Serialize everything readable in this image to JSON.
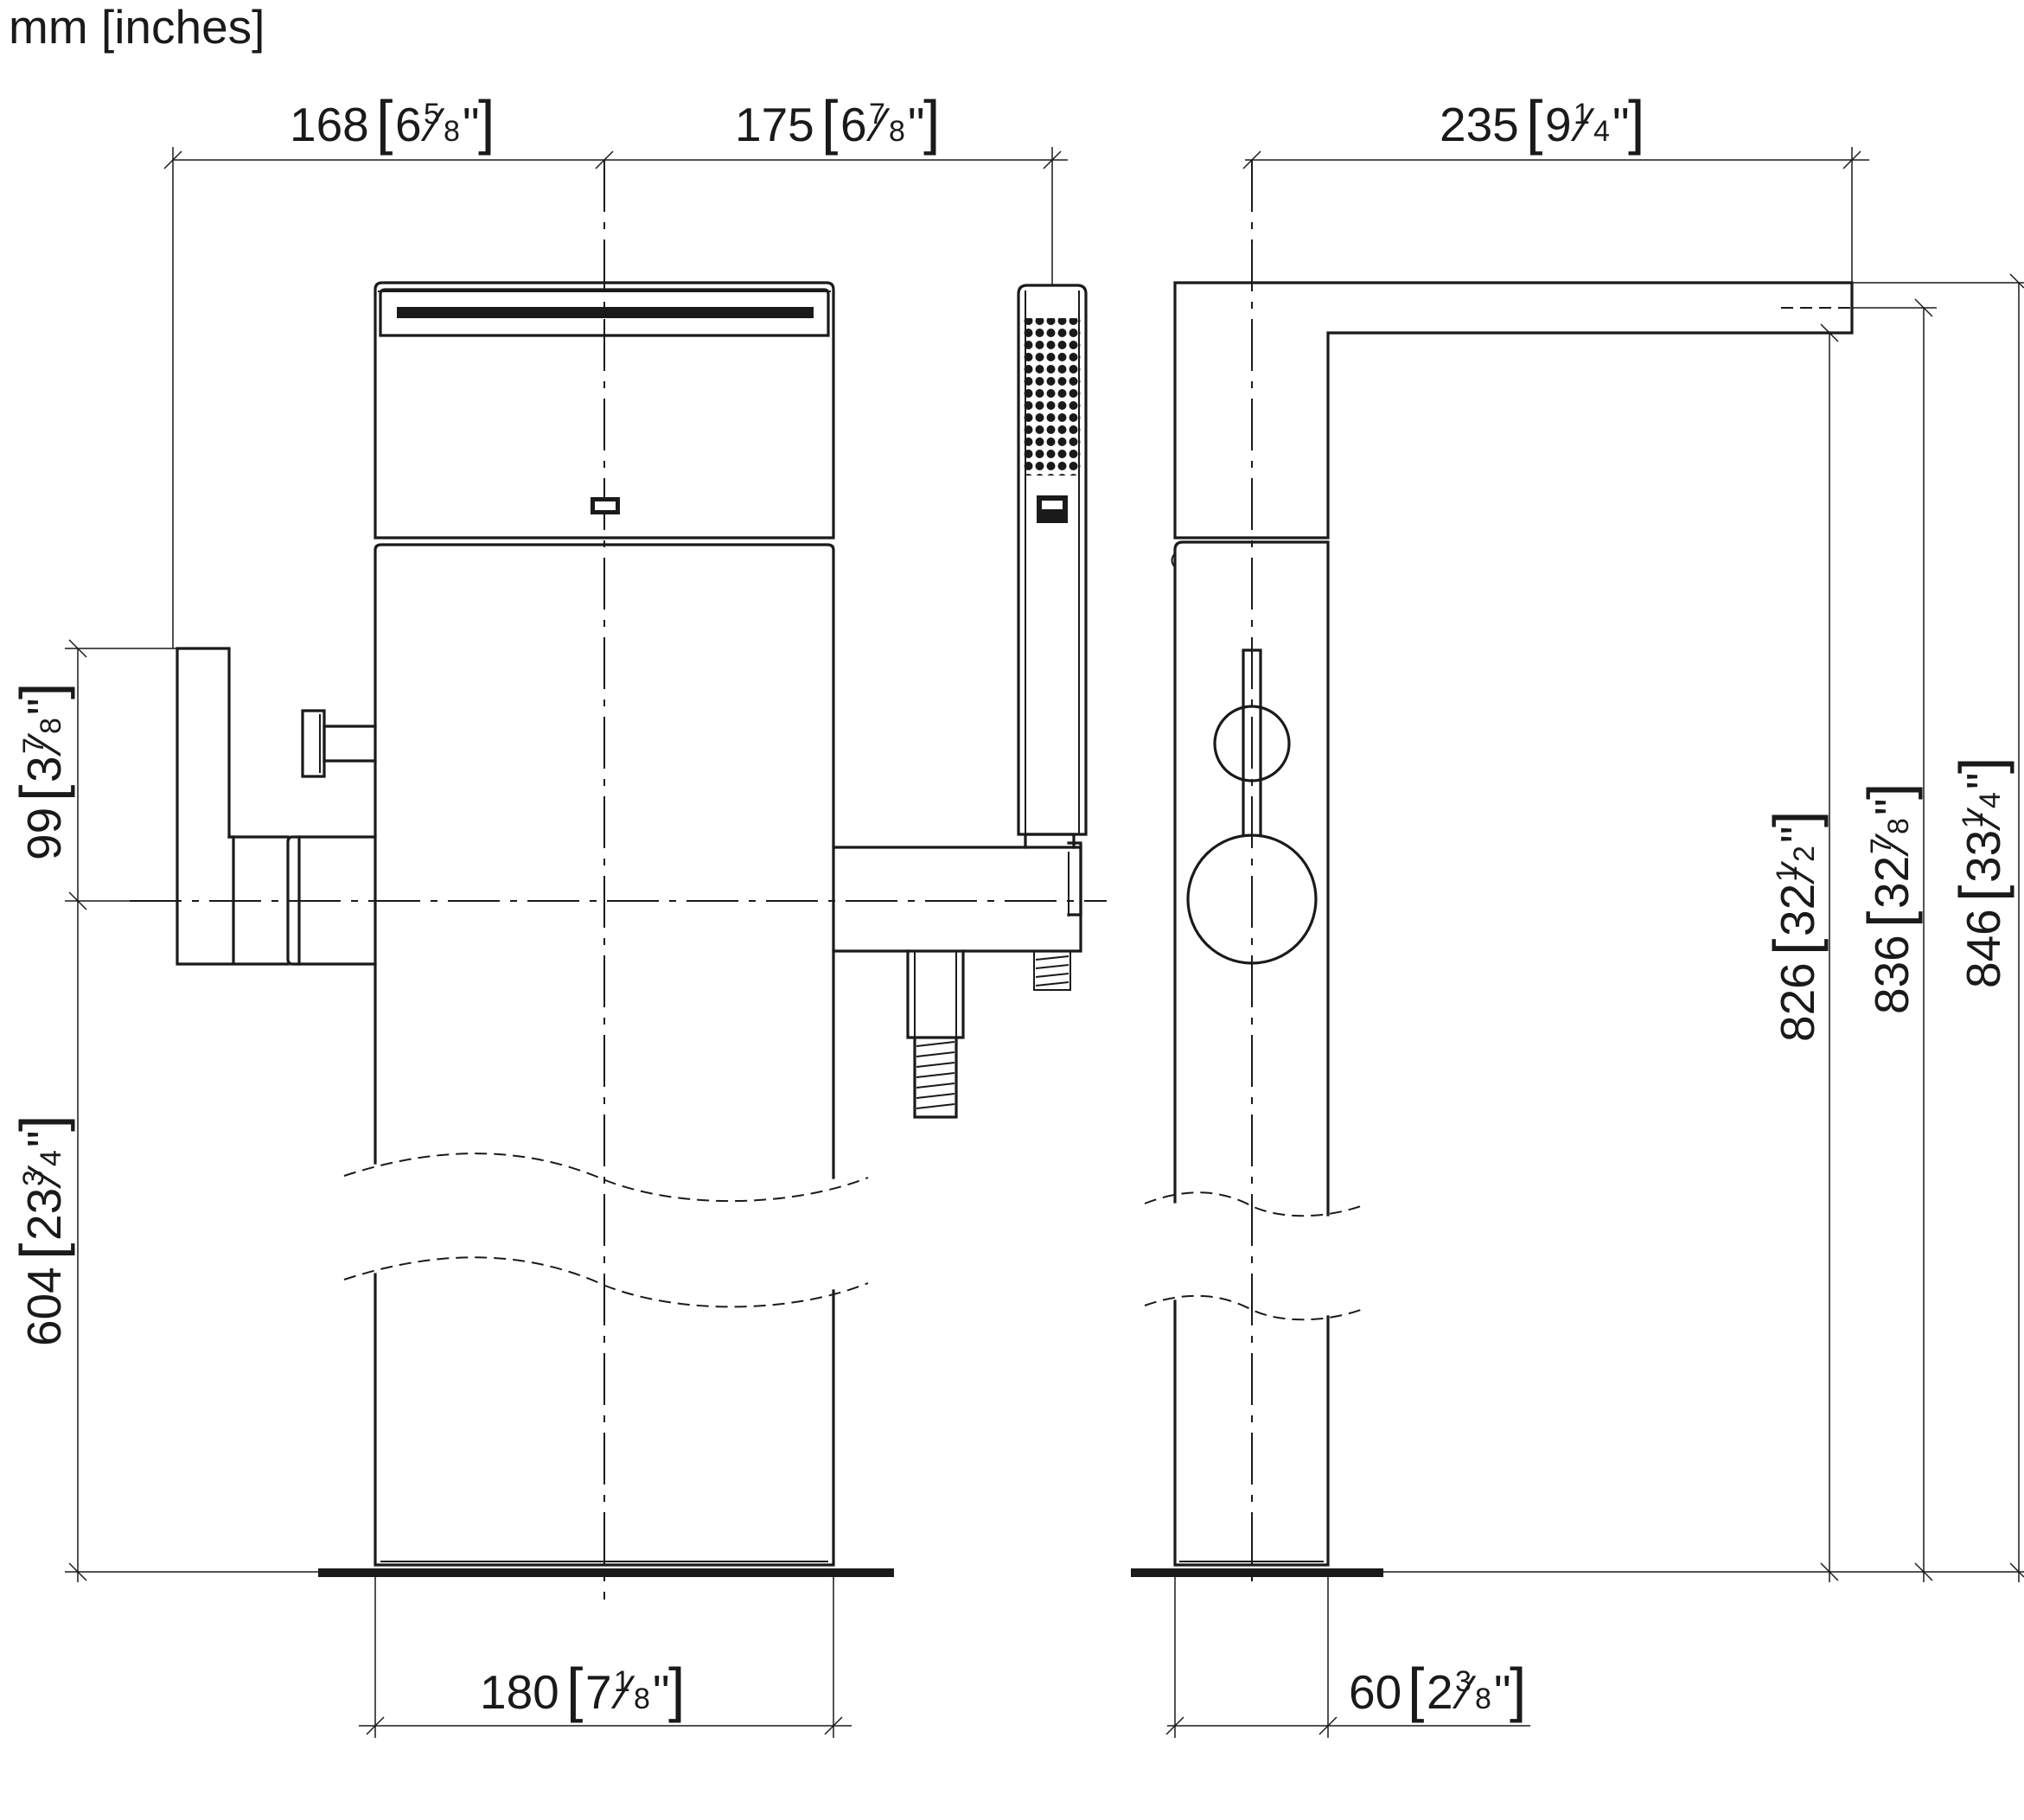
{
  "units_caption": "mm [inches]",
  "dimensions": {
    "d168": {
      "mm": "168",
      "whole": "6",
      "num": "5",
      "den": "8"
    },
    "d175": {
      "mm": "175",
      "whole": "6",
      "num": "7",
      "den": "8"
    },
    "d235": {
      "mm": "235",
      "whole": "9",
      "num": "1",
      "den": "4"
    },
    "d99": {
      "mm": "99",
      "whole": "3",
      "num": "7",
      "den": "8"
    },
    "d604": {
      "mm": "604",
      "whole": "23",
      "num": "3",
      "den": "4"
    },
    "d826": {
      "mm": "826",
      "whole": "32",
      "num": "1",
      "den": "2"
    },
    "d836": {
      "mm": "836",
      "whole": "32",
      "num": "7",
      "den": "8"
    },
    "d846": {
      "mm": "846",
      "whole": "33",
      "num": "1",
      "den": "4"
    },
    "d180": {
      "mm": "180",
      "whole": "7",
      "num": "1",
      "den": "8"
    },
    "d60": {
      "mm": "60",
      "whole": "2",
      "num": "3",
      "den": "8"
    }
  },
  "inch_mark": "\"",
  "bracket_open": "[",
  "bracket_close": "]",
  "fraction_slash": "⁄"
}
